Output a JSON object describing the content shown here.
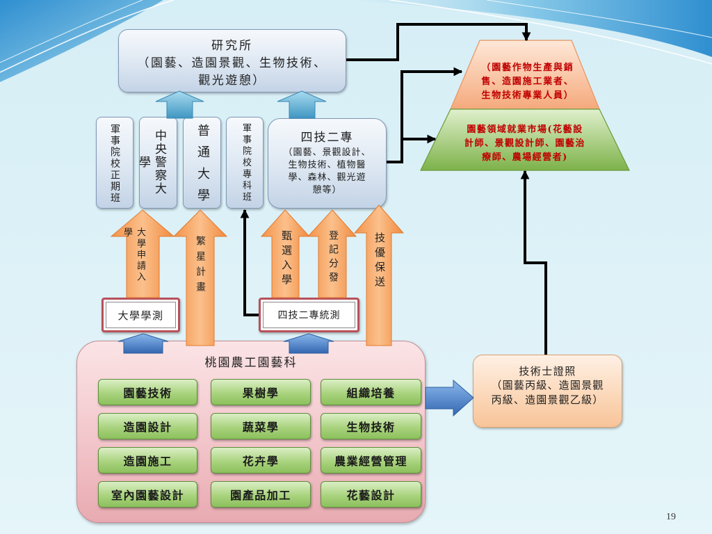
{
  "slide": {
    "page_number": "19"
  },
  "graduate": {
    "title": "研究所",
    "lines": [
      "（園藝、造園景觀、生物技術、",
      "觀光遊憩）"
    ]
  },
  "paths": {
    "military_regular": "軍事院校正期班",
    "police_university": "中央警察大學",
    "general_university": "普通大學",
    "military_junior": "軍事院校專科班"
  },
  "vocational": {
    "title": "四技二專",
    "lines": [
      "（園藝、景觀設計、",
      "生物技術、植物醫",
      "學、森林、觀光遊",
      "憩等）"
    ]
  },
  "routes": {
    "university_application": "大學申請入學",
    "star_plan": "繁星計畫",
    "selection_admission": "甄選入學",
    "registration_distribution": "登記分發",
    "skill_recommendation": "技優保送"
  },
  "exams": {
    "gsat": "大學學測",
    "tvee": "四技二專統測"
  },
  "school": {
    "title": "桃園農工園藝科",
    "courses": [
      [
        "園藝技術",
        "果樹學",
        "組織培養"
      ],
      [
        "造園設計",
        "蔬菜學",
        "生物技術"
      ],
      [
        "造園施工",
        "花卉學",
        "農業經營管理"
      ],
      [
        "室內園藝設計",
        "園產品加工",
        "花藝設計"
      ]
    ]
  },
  "license": {
    "title": "技術士證照",
    "lines": [
      "（園藝丙級、造園景觀",
      "丙級、造園景觀乙級）"
    ]
  },
  "career": {
    "top_lines": [
      "（園藝作物生產與銷",
      "售、造園施工業者、",
      "生物技術專業人員）"
    ],
    "market_lines": [
      "園藝領域就業市場(花藝設",
      "計師、景觀設計師、園藝治",
      "療師、農場經營者)"
    ]
  },
  "colors": {
    "background": "#dcf1f6",
    "orange_arrow": "#f6a25e",
    "blue_arrow": "#4f9cc8",
    "course_button": "#a6d27a",
    "career_text": "#c00000",
    "connector_line": "#000000",
    "school_panel": "#f2c4c9"
  }
}
